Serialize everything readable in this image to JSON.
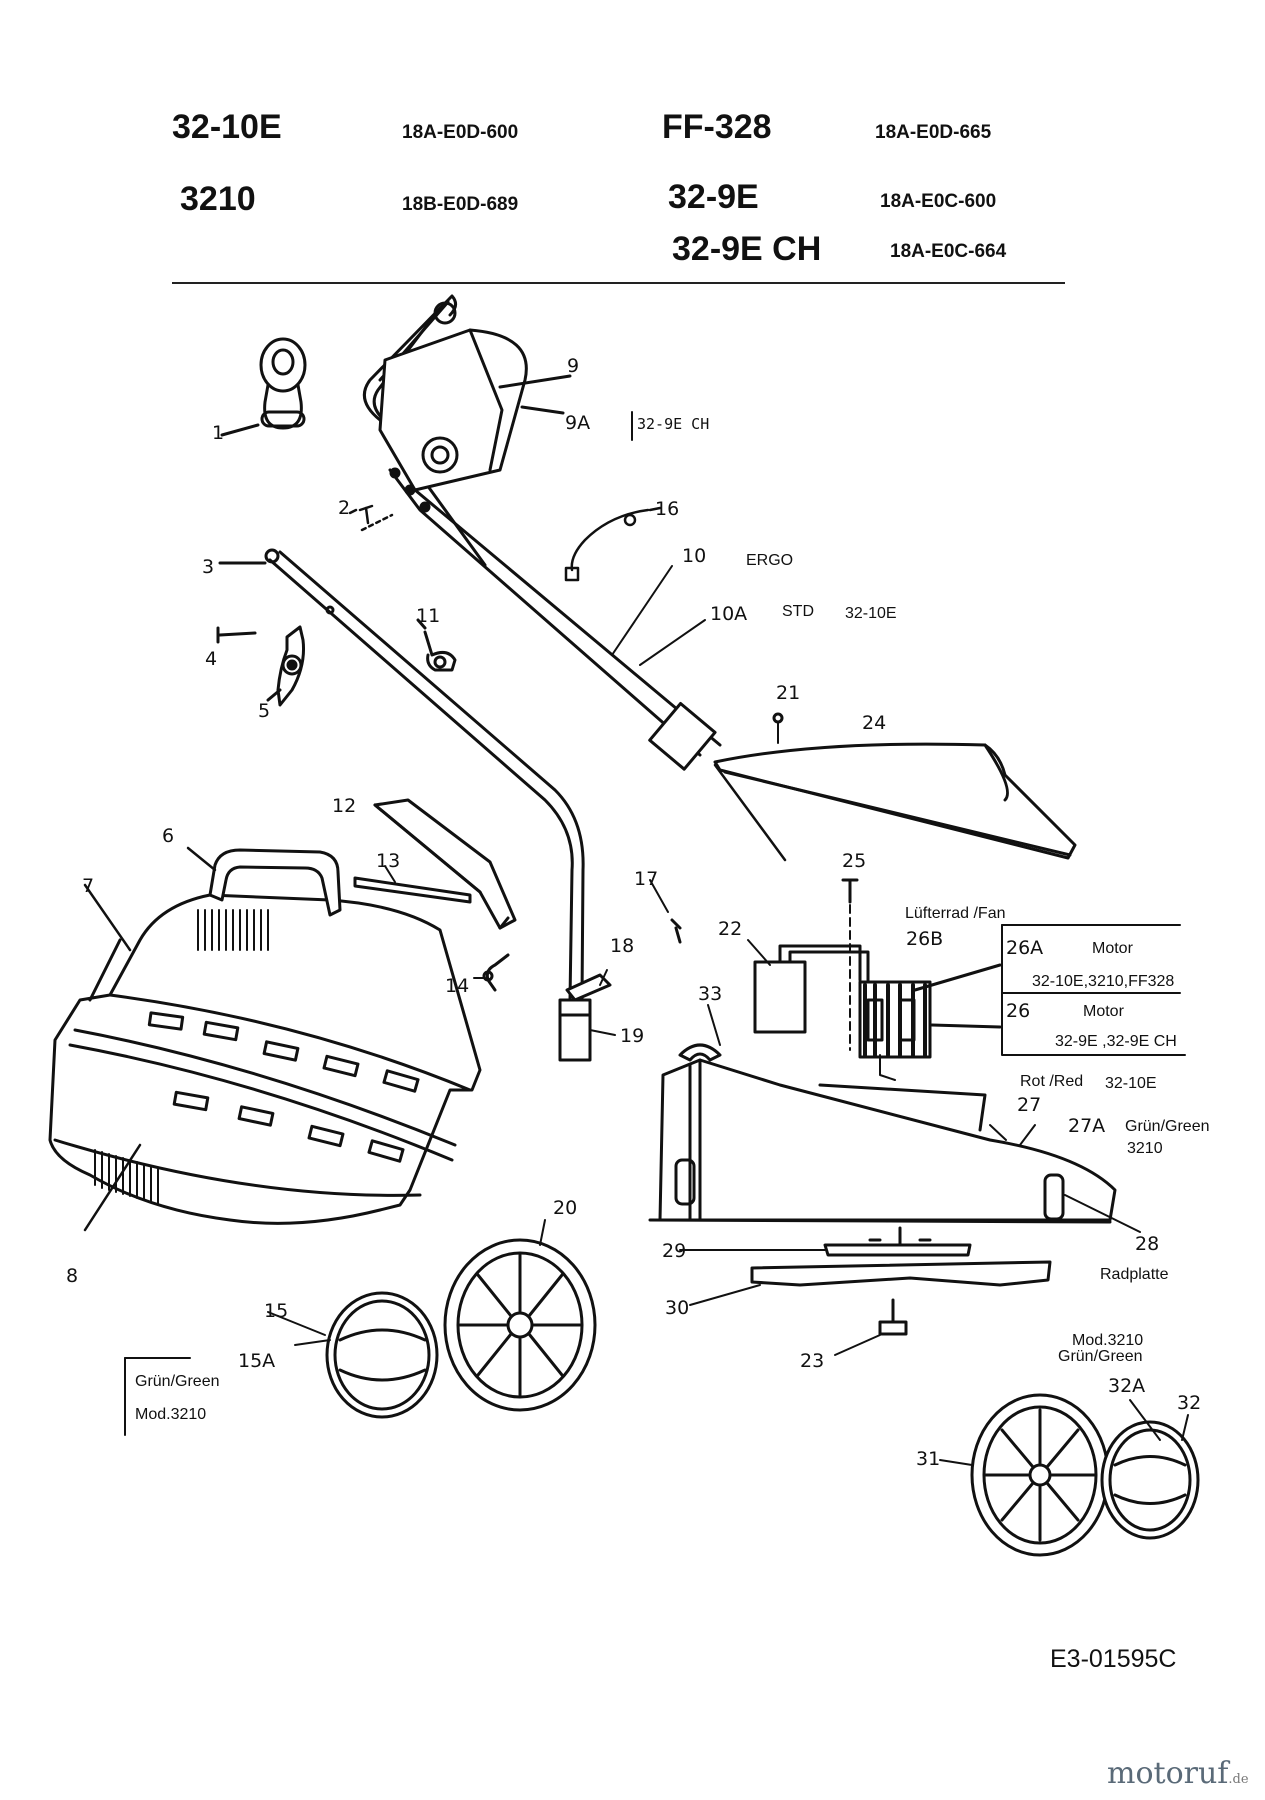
{
  "header": {
    "models": [
      {
        "model": "32-10E",
        "code": "18A-E0D-600"
      },
      {
        "model": "3210",
        "code": "18B-E0D-689"
      },
      {
        "model": "FF-328",
        "code": "18A-E0D-665"
      },
      {
        "model": "32-9E",
        "code": "18A-E0C-600"
      },
      {
        "model": "32-9E CH",
        "code": "18A-E0C-664"
      }
    ]
  },
  "parts": {
    "p1": "1",
    "p2": "2",
    "p3": "3",
    "p4": "4",
    "p5": "5",
    "p6": "6",
    "p7": "7",
    "p8": "8",
    "p9": "9",
    "p9a": "9A",
    "p10": "10",
    "p10a": "10A",
    "p11": "11",
    "p12": "12",
    "p13": "13",
    "p14": "14",
    "p15": "15",
    "p15a": "15A",
    "p16": "16",
    "p17": "17",
    "p18": "18",
    "p19": "19",
    "p20": "20",
    "p21": "21",
    "p22": "22",
    "p23": "23",
    "p24": "24",
    "p25": "25",
    "p26": "26",
    "p26a": "26A",
    "p26b": "26B",
    "p27": "27",
    "p27a": "27A",
    "p28": "28",
    "p29": "29",
    "p30": "30",
    "p31": "31",
    "p32": "32",
    "p32a": "32A",
    "p33": "33"
  },
  "notes": {
    "n9a": "32-9E CH",
    "n10": "ERGO",
    "n10a_std": "STD",
    "n10a_model": "32-10E",
    "fan": "Lüfterrad /Fan",
    "motor26a": "Motor",
    "motor26a_models": "32-10E,3210,FF328",
    "motor26": "Motor",
    "motor26_models": "32-9E ,32-9E CH",
    "red": "Rot /Red",
    "red_model": "32-10E",
    "green27a": "Grün/Green",
    "green27a_model": "3210",
    "radplatte": "Radplatte",
    "mod32a": "Mod.3210",
    "green32a": "Grün/Green",
    "green15a": "Grün/Green",
    "mod15a": "Mod.3210"
  },
  "drawing_number": "E3-01595C",
  "watermark": {
    "name": "motoruf",
    "suffix": ".de"
  }
}
